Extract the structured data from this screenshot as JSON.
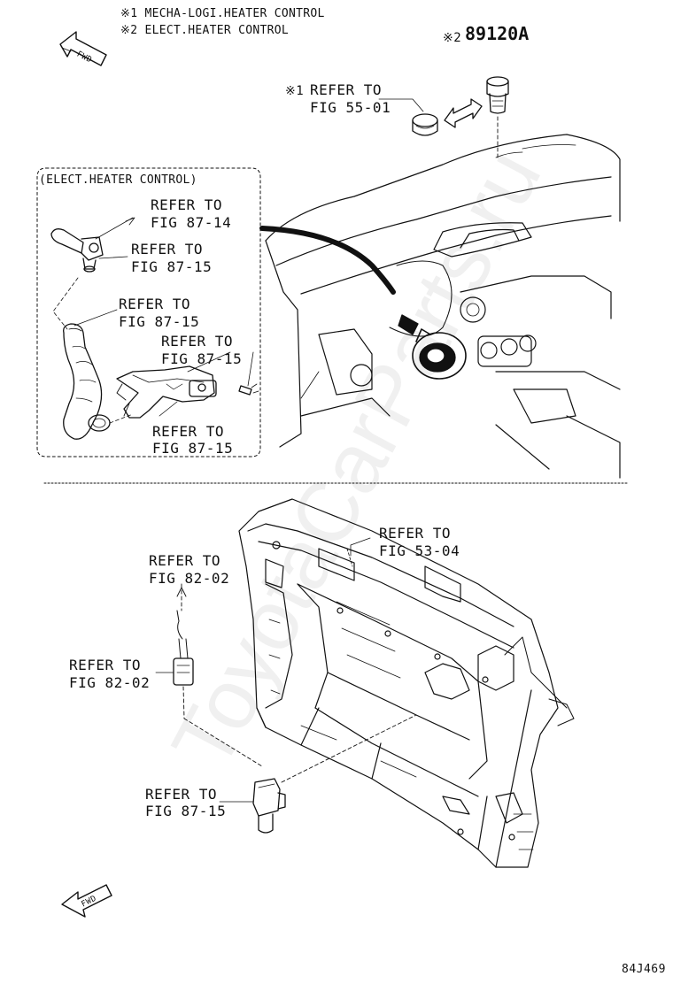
{
  "notes": [
    "※1 MECHA-LOGI.HEATER CONTROL",
    "※2 ELECT.HEATER CONTROL"
  ],
  "part": {
    "mark": "※2",
    "number": "89120A"
  },
  "inset_title": "(ELECT.HEATER CONTROL)",
  "fwd_label": "FWD",
  "watermark": "ToyotaCarParts.ru",
  "diagram_code": "84J469",
  "refs": {
    "fig55": {
      "mark": "※1",
      "line1": "REFER TO",
      "line2": "FIG 55-01"
    },
    "fig87_14": {
      "line1": "REFER TO",
      "line2": "FIG 87-14"
    },
    "fig87_15_a": {
      "line1": "REFER TO",
      "line2": "FIG 87-15"
    },
    "fig87_15_b": {
      "line1": "REFER TO",
      "line2": "FIG 87-15"
    },
    "fig87_15_c": {
      "line1": "REFER TO",
      "line2": "FIG 87-15"
    },
    "fig87_15_d": {
      "line1": "REFER TO",
      "line2": "FIG 87-15"
    },
    "fig53_04": {
      "line1": "REFER TO",
      "line2": "FIG 53-04"
    },
    "fig82_02_a": {
      "line1": "REFER TO",
      "line2": "FIG 82-02"
    },
    "fig82_02_b": {
      "line1": "REFER TO",
      "line2": "FIG 82-02"
    },
    "fig87_15_e": {
      "line1": "REFER TO",
      "line2": "FIG 87-15"
    }
  }
}
